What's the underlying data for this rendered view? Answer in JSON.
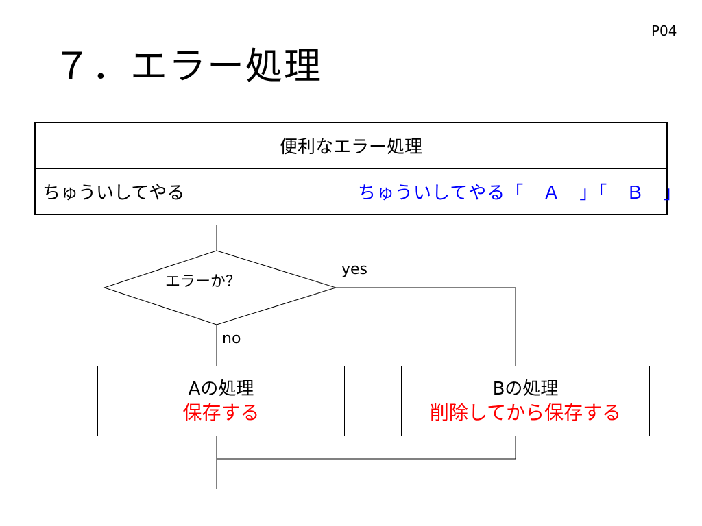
{
  "page_number": "P04",
  "title": "７．エラー処理",
  "table": {
    "header": "便利なエラー処理",
    "left_text": "ちゅういしてやる",
    "right_text": "ちゅういしてやる「　Ａ　」「　Ｂ　」"
  },
  "flowchart": {
    "decision": "エラーか？",
    "yes_label": "yes",
    "no_label": "no",
    "box_a": {
      "title": "Aの処理",
      "action": "保存する"
    },
    "box_b": {
      "title": "Bの処理",
      "action": "削除してから保存する"
    }
  },
  "colors": {
    "highlight_blue": "#0000ff",
    "action_red": "#ff0000",
    "line": "#000000"
  }
}
